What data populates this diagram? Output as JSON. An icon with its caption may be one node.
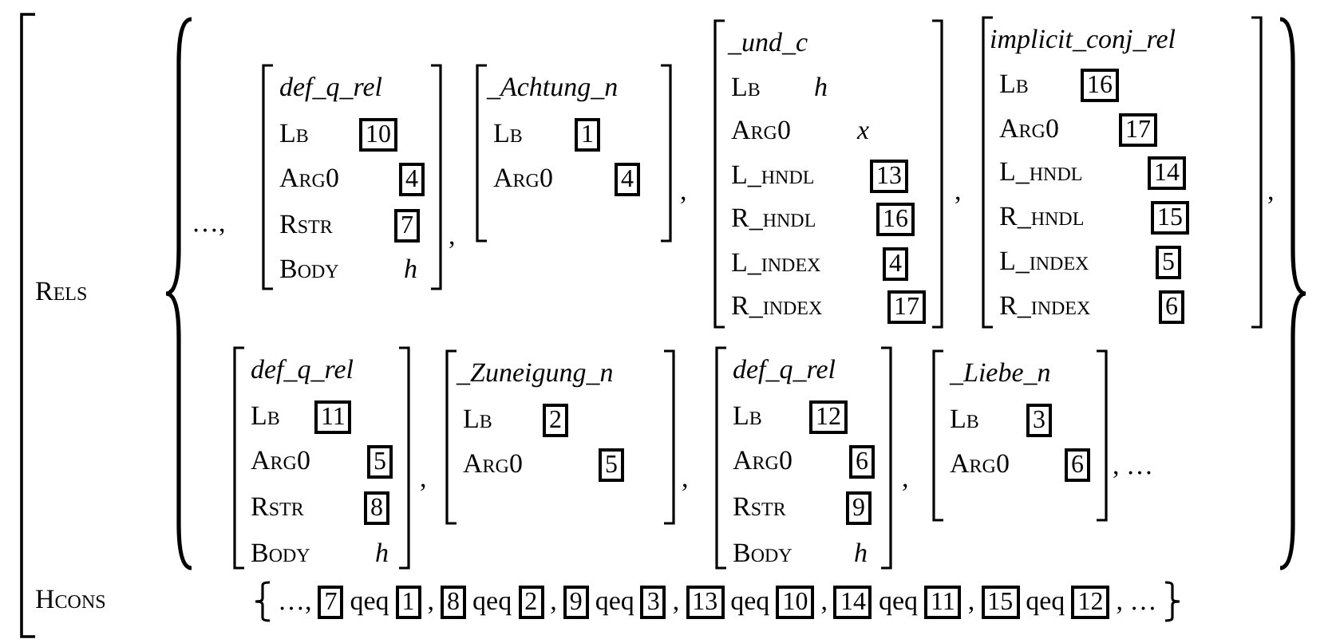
{
  "diagram": {
    "nodes": [
      {
        "text": [
          "Rels",
          "Hcons"
        ]
      },
      {
        "text": [
          "def_q_rel",
          "Lb",
          "Arg0",
          "Rstr",
          "Body",
          "h"
        ],
        "in": 0
      },
      {
        "text": [
          "10"
        ],
        "in": 1
      },
      {
        "text": [
          "4"
        ],
        "in": 1
      },
      {
        "text": [
          "7"
        ],
        "in": 1
      },
      {
        "text": [
          "_Achtung_n",
          "Lb",
          "Arg0"
        ],
        "in": 0
      },
      {
        "text": [
          "1"
        ],
        "in": 5
      },
      {
        "text": [
          "4"
        ],
        "in": 5
      },
      {
        "text": [
          "_und_c",
          "Lb",
          "h",
          "Arg0",
          "x",
          "L_hndl",
          "R_hndl",
          "L_index",
          "R_index"
        ],
        "in": 0
      },
      {
        "text": [
          "13"
        ],
        "in": 8
      },
      {
        "text": [
          "16"
        ],
        "in": 8
      },
      {
        "text": [
          "4"
        ],
        "in": 8
      },
      {
        "text": [
          "17"
        ],
        "in": 8
      },
      {
        "text": [
          "implicit_conj_rel",
          "Lb",
          "Arg0",
          "L_hndl",
          "R_hndl",
          "L_index",
          "R_index"
        ],
        "in": 0
      },
      {
        "text": [
          "16"
        ],
        "in": 13
      },
      {
        "text": [
          "17"
        ],
        "in": 13
      },
      {
        "text": [
          "14"
        ],
        "in": 13
      },
      {
        "text": [
          "15"
        ],
        "in": 13
      },
      {
        "text": [
          "5"
        ],
        "in": 13
      },
      {
        "text": [
          "6"
        ],
        "in": 13
      },
      {
        "text": [
          "def_q_rel",
          "Lb",
          "Arg0",
          "Rstr",
          "Body",
          "h"
        ],
        "in": 0
      },
      {
        "text": [
          "11"
        ],
        "in": 20
      },
      {
        "text": [
          "5"
        ],
        "in": 20
      },
      {
        "text": [
          "8"
        ],
        "in": 20
      },
      {
        "text": [
          "_Zuneigung_n",
          "Lb",
          "Arg0"
        ],
        "in": 0
      },
      {
        "text": [
          "2"
        ],
        "in": 24
      },
      {
        "text": [
          "5"
        ],
        "in": 24
      },
      {
        "text": [
          "def_q_rel",
          "Lb",
          "Arg0",
          "Rstr",
          "Body",
          "h"
        ],
        "in": 0
      },
      {
        "text": [
          "12"
        ],
        "in": 27
      },
      {
        "text": [
          "6"
        ],
        "in": 27
      },
      {
        "text": [
          "9"
        ],
        "in": 27
      },
      {
        "text": [
          "_Liebe_n",
          "Lb",
          "Arg0"
        ],
        "in": 0
      },
      {
        "text": [
          "3"
        ],
        "in": 31
      },
      {
        "text": [
          "6"
        ],
        "in": 31
      },
      {
        "text": [
          "7"
        ],
        "in": 0
      },
      {
        "text": [
          "1"
        ],
        "in": 0
      },
      {
        "text": [
          "8"
        ],
        "in": 0
      },
      {
        "text": [
          "2"
        ],
        "in": 0
      },
      {
        "text": [
          "9"
        ],
        "in": 0
      },
      {
        "text": [
          "3"
        ],
        "in": 0
      },
      {
        "text": [
          "13"
        ],
        "in": 0
      },
      {
        "text": [
          "10"
        ],
        "in": 0
      },
      {
        "text": [
          "14"
        ],
        "in": 0
      },
      {
        "text": [
          "11"
        ],
        "in": 0
      },
      {
        "text": [
          "15"
        ],
        "in": 0
      },
      {
        "text": [
          "12"
        ],
        "in": 0
      }
    ],
    "labels": [
      "…,",
      ",",
      ",",
      ",",
      ",",
      ",",
      ",",
      ",",
      ", …",
      "…,",
      "qeq",
      ",",
      "qeq",
      ",",
      "qeq",
      ",",
      "qeq",
      ",",
      "qeq",
      ",",
      "qeq",
      ", …"
    ]
  }
}
